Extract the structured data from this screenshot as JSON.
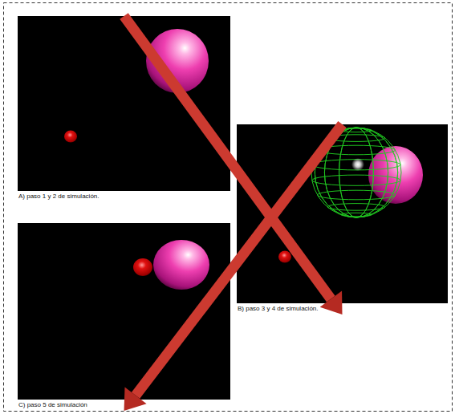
{
  "diagram": {
    "nodes": [
      {
        "text": [
          "A) paso 1 y 2 de simulación."
        ]
      },
      {
        "text": [
          "B) paso 3 y 4 de simulación."
        ]
      },
      {
        "text": [
          "C) paso 5 de simulación"
        ]
      }
    ],
    "edges": [
      {
        "from": 0,
        "to": 1,
        "arrow": "to"
      },
      {
        "from": 1,
        "to": 2,
        "arrow": "to"
      }
    ]
  }
}
